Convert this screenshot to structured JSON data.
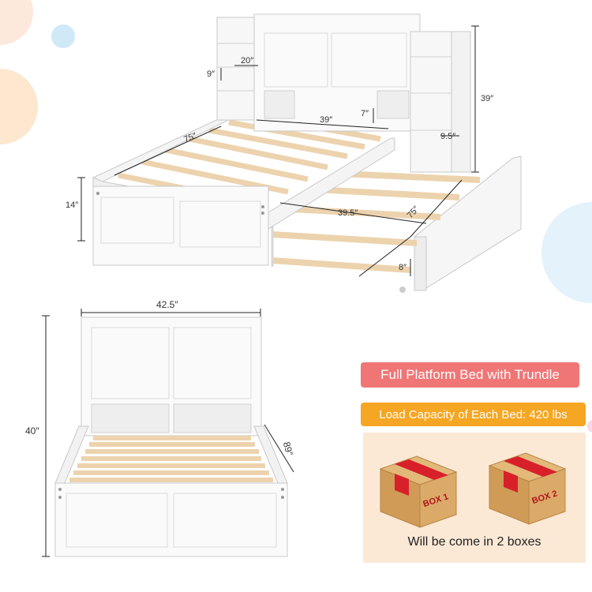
{
  "colors": {
    "title_badge": "#f07676",
    "load_badge": "#f5a623",
    "box_panel": "#fbe9d6",
    "cardboard": "#d9a868",
    "cardboard_dark": "#c38d4d",
    "tape": "#d8202b",
    "wood_slat": "#ecd3ae",
    "frame_white": "#fafafa",
    "frame_line": "#c9c9c9"
  },
  "badges": {
    "title": "Full Platform Bed with Trundle",
    "load": "Load Capacity of Each Bed: 420 lbs"
  },
  "boxes": {
    "box1_label": "BOX 1",
    "box2_label": "BOX 2",
    "caption": "Will be come in 2 boxes"
  },
  "dimensions_top": {
    "shelf_width": "20″",
    "shelf_depth": "9″",
    "headboard_height": "39″",
    "bed_width": "39″",
    "shelf_gap": "7″",
    "side_depth": "9.5″",
    "bed_length": "75″",
    "frame_height": "14″",
    "trundle_width": "39.5″",
    "trundle_length": "75″",
    "trundle_height": "8″"
  },
  "dimensions_front": {
    "overall_width": "42.5″",
    "overall_height": "40″",
    "overall_length": "89″"
  }
}
